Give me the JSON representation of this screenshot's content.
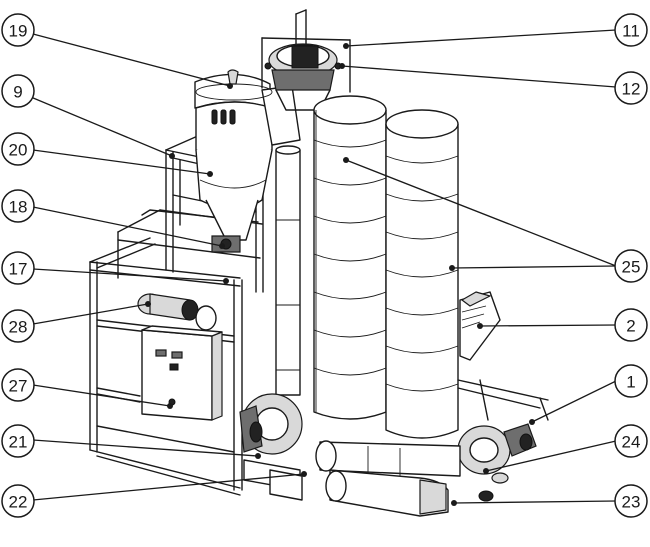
{
  "callouts": [
    {
      "id": "c19",
      "label": "19"
    },
    {
      "id": "c9",
      "label": "9"
    },
    {
      "id": "c20",
      "label": "20"
    },
    {
      "id": "c18",
      "label": "18"
    },
    {
      "id": "c17",
      "label": "17"
    },
    {
      "id": "c28",
      "label": "28"
    },
    {
      "id": "c27",
      "label": "27"
    },
    {
      "id": "c21",
      "label": "21"
    },
    {
      "id": "c22",
      "label": "22"
    },
    {
      "id": "c11",
      "label": "11"
    },
    {
      "id": "c12",
      "label": "12"
    },
    {
      "id": "c25",
      "label": "25"
    },
    {
      "id": "c2",
      "label": "2"
    },
    {
      "id": "c1",
      "label": "1"
    },
    {
      "id": "c24",
      "label": "24"
    },
    {
      "id": "c23",
      "label": "23"
    }
  ],
  "colors": {
    "line": "#1a1a1a",
    "background": "#ffffff",
    "shade": "#d9d9d9",
    "dark": "#6e6e6e"
  }
}
